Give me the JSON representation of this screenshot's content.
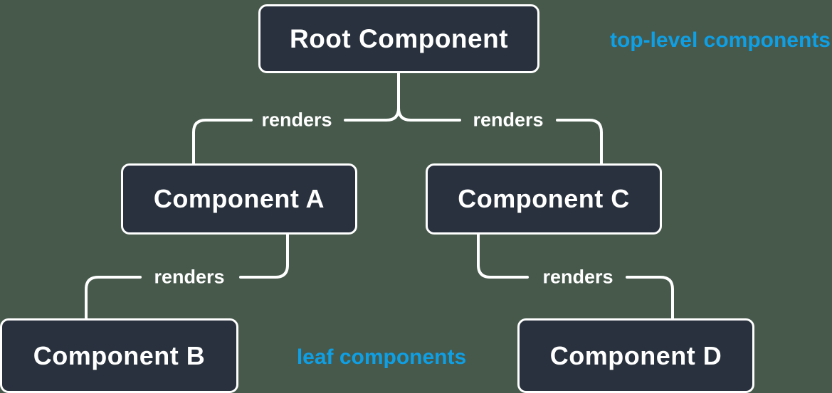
{
  "diagram": {
    "type": "component-tree",
    "nodes": {
      "root": {
        "label": "Root Component"
      },
      "a": {
        "label": "Component A"
      },
      "b": {
        "label": "Component B"
      },
      "c": {
        "label": "Component C"
      },
      "d": {
        "label": "Component D"
      }
    },
    "edges": [
      {
        "from": "Root Component",
        "to": "Component A",
        "label": "renders"
      },
      {
        "from": "Root Component",
        "to": "Component C",
        "label": "renders"
      },
      {
        "from": "Component A",
        "to": "Component B",
        "label": "renders"
      },
      {
        "from": "Component C",
        "to": "Component D",
        "label": "renders"
      }
    ],
    "annotations": {
      "top": {
        "text": "top-level components"
      },
      "bottom": {
        "text": "leaf components"
      }
    },
    "colors": {
      "background": "#46594b",
      "node_fill": "#28313d",
      "node_border": "#ffffff",
      "node_text": "#ffffff",
      "edge_line": "#ffffff",
      "edge_label_text": "#ffffff",
      "annotation_text": "#0f9fe5"
    }
  }
}
